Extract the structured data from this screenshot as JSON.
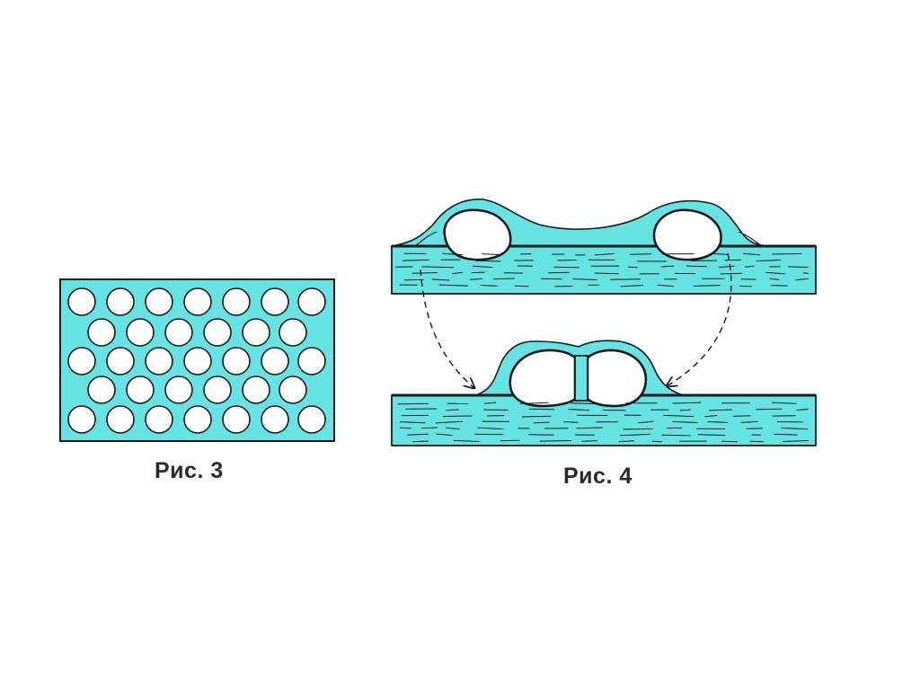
{
  "figures": [
    {
      "id": "fig3",
      "caption": "Рис. 3"
    },
    {
      "id": "fig4",
      "caption": "Рис. 4"
    }
  ],
  "colors": {
    "fill": "#66e3e3",
    "stroke": "#1a1a1a",
    "bubble": "#ffffff",
    "background": "#ffffff"
  }
}
